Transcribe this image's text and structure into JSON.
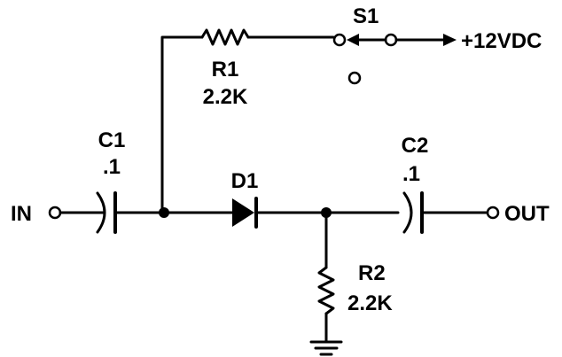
{
  "labels": {
    "s1": "S1",
    "r1_name": "R1",
    "r1_value": "2.2K",
    "supply": "+12VDC",
    "c1_name": "C1",
    "c1_value": ".1",
    "d1_name": "D1",
    "c2_name": "C2",
    "c2_value": ".1",
    "in": "IN",
    "out": "OUT",
    "r2_name": "R2",
    "r2_value": "2.2K"
  }
}
